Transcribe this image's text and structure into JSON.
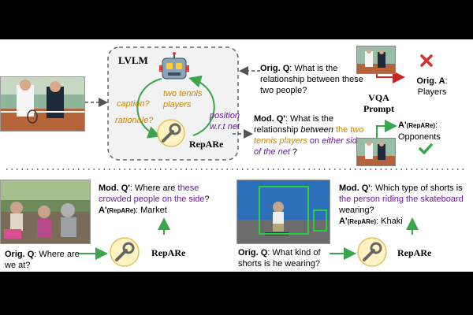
{
  "colors": {
    "accent_orange": "#c8860a",
    "accent_purple": "#6a1b9a",
    "red": "#d32f2f",
    "green": "#3aa54a",
    "arrow_gray": "#555555",
    "repare_fill": "#fff3c4"
  },
  "top": {
    "lvlm_label": "LVLM",
    "caption_q": "caption?",
    "rationale_q": "rationale?",
    "two_tennis_players": "two tennis players",
    "position_wrt_net": "position w.r.t net",
    "repare_label": "RepARe",
    "orig_q_label": "Orig. Q",
    "orig_q_text": ": What is the relationship between these two people?",
    "mod_q_label": "Mod. Q'",
    "mod_q_text_1": ": What is the relationship ",
    "mod_q_between": "between",
    "mod_q_the": " the",
    "mod_q_two_players": "two tennis players",
    "mod_q_on": " on",
    "mod_q_either_side": "either side of the net",
    "mod_q_end": " ?",
    "vqa_prompt": "VQA Prompt",
    "orig_a_label": "Orig. A",
    "orig_a_value": "Players",
    "new_a_label": "A'",
    "new_a_sub": "(RepARe)",
    "new_a_value": "Opponents",
    "red_x_icon": "cross-icon",
    "green_check_icon": "check-icon",
    "robot_icon": "robot-icon",
    "wrench_icon": "wrench-icon"
  },
  "bottom_left": {
    "mod_q_label": "Mod. Q'",
    "mod_q_text": ": Where are ",
    "mod_q_highlight": "these crowded people on the side",
    "mod_q_end": "?",
    "answer_label": "A'",
    "answer_sub": "(RepARe)",
    "answer_value": ": Market",
    "orig_q_label": "Orig. Q",
    "orig_q_text": ": Where are we at?",
    "repare_label": "RepARe"
  },
  "bottom_right": {
    "mod_q_label": "Mod. Q'",
    "mod_q_text": ": Which type of shorts is ",
    "mod_q_highlight": "the person riding the skateboard",
    "mod_q_end": " wearing?",
    "answer_label": "A'",
    "answer_sub": "(RepARe)",
    "answer_value": ": Khaki",
    "orig_q_label": "Orig. Q",
    "orig_q_text": ": What kind of shorts is he wearing?",
    "repare_label": "RepARe"
  }
}
